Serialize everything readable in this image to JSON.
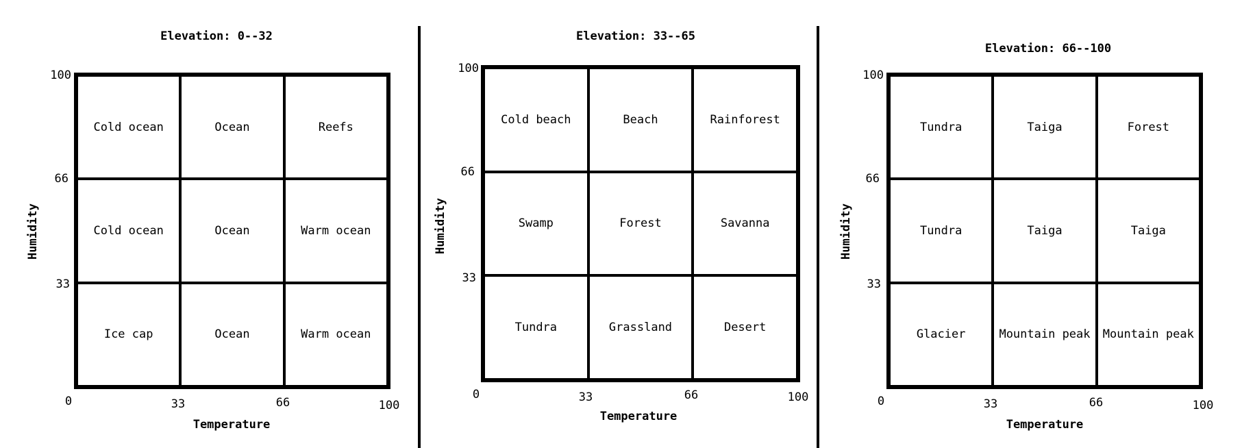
{
  "x_ticks": [
    "0",
    "33",
    "66",
    "100"
  ],
  "y_ticks": [
    "100",
    "66",
    "33"
  ],
  "x_label": "Temperature",
  "y_label": "Humidity",
  "panels": [
    {
      "title": "Elevation: 0--32",
      "cells": [
        "Cold ocean",
        "Ocean",
        "Reefs",
        "Cold ocean",
        "Ocean",
        "Warm ocean",
        "Ice cap",
        "Ocean",
        "Warm ocean"
      ]
    },
    {
      "title": "Elevation: 33--65",
      "cells": [
        "Cold beach",
        "Beach",
        "Rainforest",
        "Swamp",
        "Forest",
        "Savanna",
        "Tundra",
        "Grassland",
        "Desert"
      ]
    },
    {
      "title": "Elevation: 66--100",
      "cells": [
        "Tundra",
        "Taiga",
        "Forest",
        "Tundra",
        "Taiga",
        "Taiga",
        "Glacier",
        "Mountain peak",
        "Mountain peak"
      ]
    }
  ]
}
